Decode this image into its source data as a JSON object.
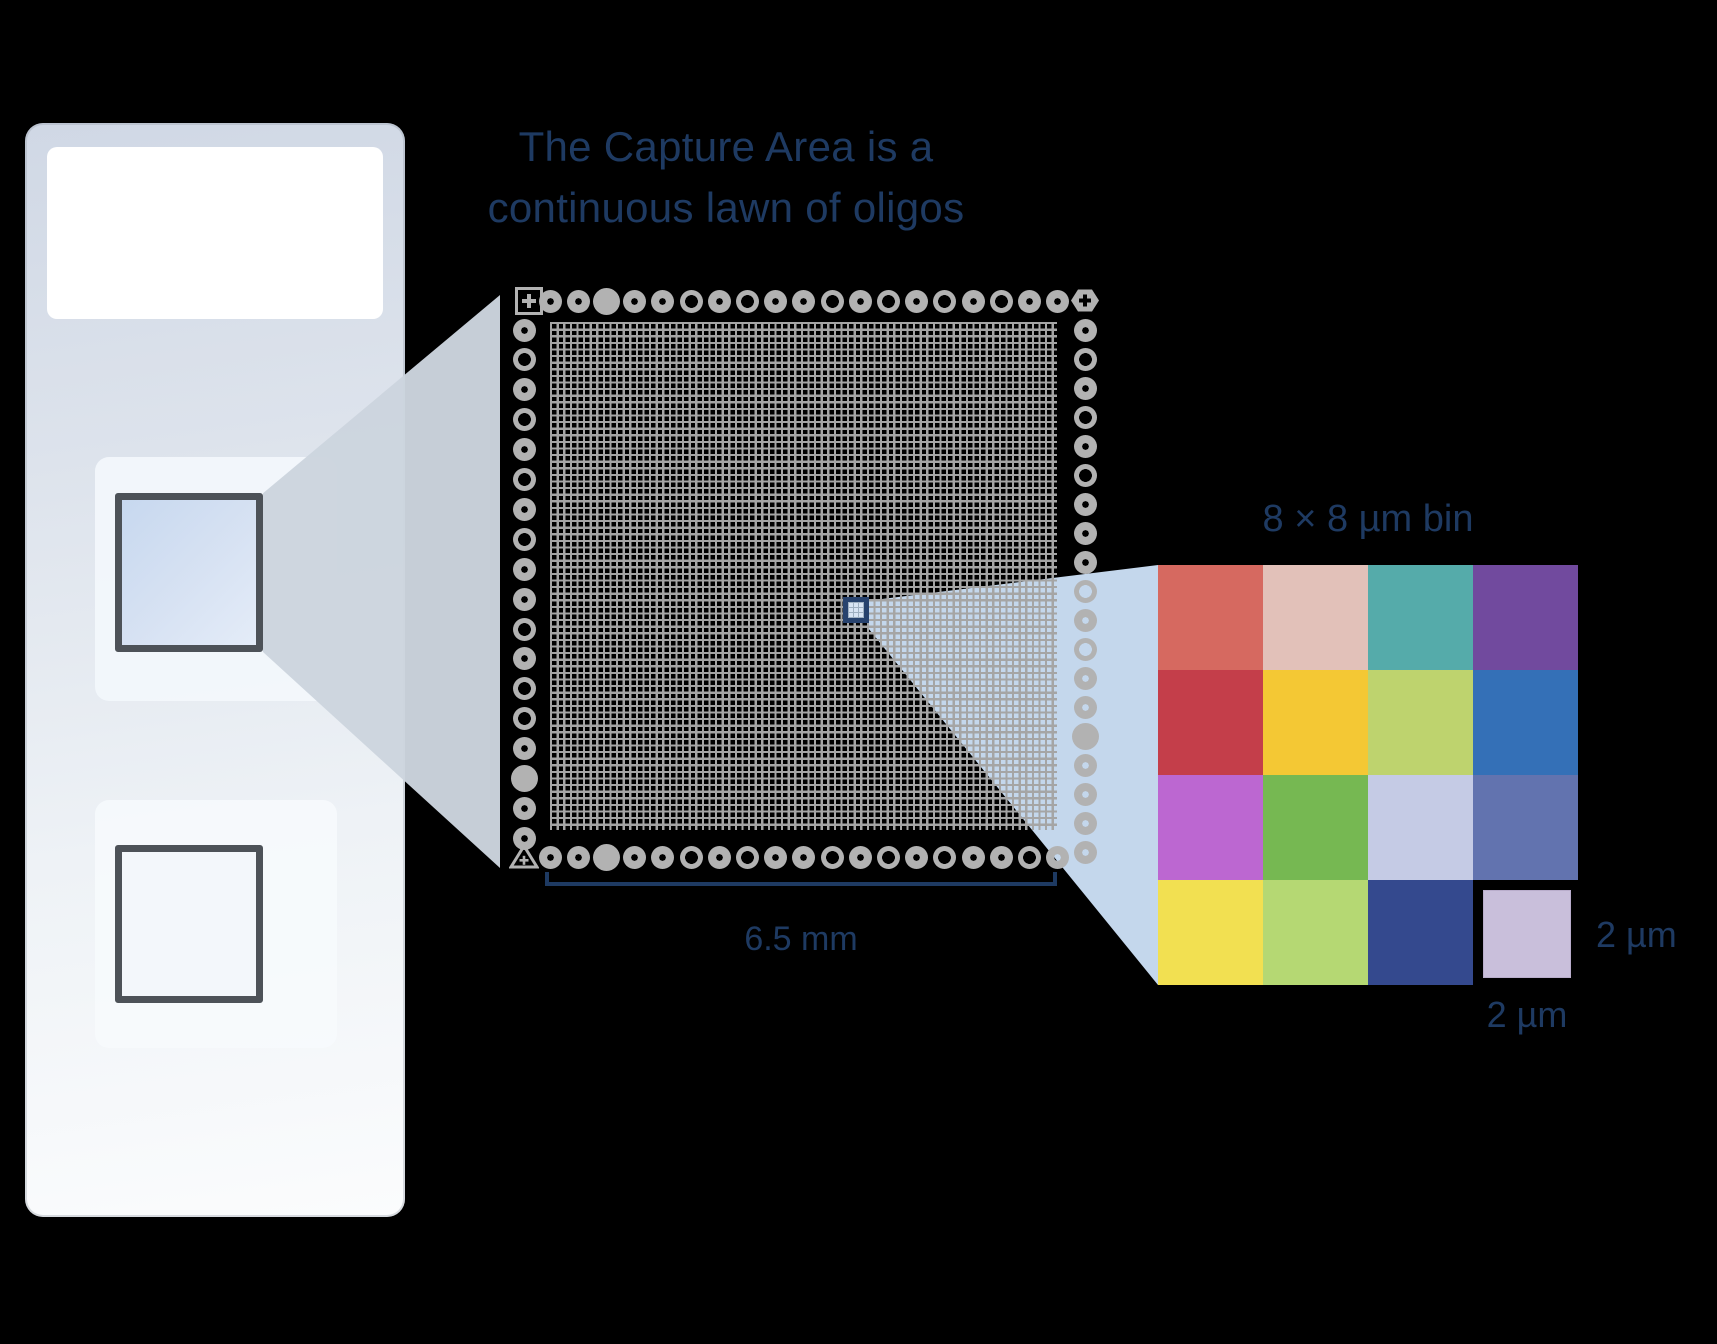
{
  "title": {
    "line1": "The Capture Area is a",
    "line2": "continuous lawn of oligos"
  },
  "labels": {
    "dimension": "6.5 mm",
    "bin_label": "8 × 8 µm bin",
    "pixel_right": "2 µm",
    "pixel_bottom": "2 µm"
  },
  "colors": {
    "background": "#000000",
    "navy_text": "#1e3a62",
    "fiducial_gray": "#b2b2b2",
    "mesh_gray": "#a5a5a5",
    "beam_slide": "#ccd5de",
    "beam_bin": "#c4d7ec",
    "bin_square_border": "#27426e",
    "pixel_square_fill": "#c9bfdb"
  },
  "slide": {
    "capture_windows": 2,
    "selected_window": 1
  },
  "fiducials": {
    "corner_markers": [
      "square-plus",
      "hexagon-plus",
      "triangle-plus"
    ],
    "top": [
      "dot",
      "dot",
      "solid",
      "dot",
      "dot",
      "ring",
      "dot",
      "ring",
      "dot",
      "dot",
      "ring",
      "dot",
      "ring",
      "dot",
      "ring",
      "dot",
      "ring",
      "dot",
      "dot"
    ],
    "bottom": [
      "dot",
      "dot",
      "solid",
      "dot",
      "dot",
      "ring",
      "dot",
      "ring",
      "dot",
      "dot",
      "ring",
      "dot",
      "ring",
      "dot",
      "ring",
      "dot",
      "dot",
      "ring",
      "dot"
    ],
    "left": [
      "dot",
      "ring",
      "dot",
      "ring",
      "dot",
      "ring",
      "dot",
      "ring",
      "dot",
      "dot",
      "ring",
      "dot",
      "ring",
      "ring",
      "dot",
      "solid",
      "dot",
      "dot"
    ],
    "right": [
      "dot",
      "ring",
      "dot",
      "ring",
      "dot",
      "ring",
      "dot",
      "dot",
      "dot",
      "ring",
      "dot",
      "ring",
      "dot",
      "dot",
      "solid",
      "dot",
      "dot",
      "dot",
      "dot"
    ]
  },
  "bin_grid": {
    "rows": 4,
    "cols": 4,
    "cell_colors": [
      [
        "#d66960",
        "#e2c1b9",
        "#55abaa",
        "#714a9e"
      ],
      [
        "#c43e4a",
        "#f4c834",
        "#bed36e",
        "#3470b7"
      ],
      [
        "#bc67d1",
        "#76b852",
        "#c5cbe5",
        "#6273af"
      ],
      [
        "#f2e051",
        "#b5d873",
        "#34498e",
        null
      ]
    ]
  }
}
